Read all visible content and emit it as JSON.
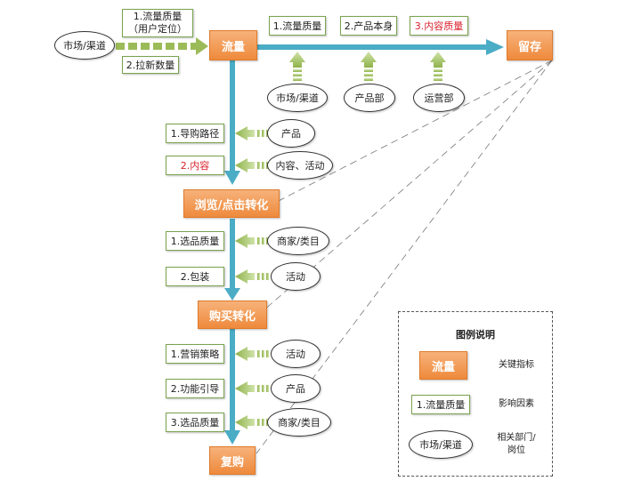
{
  "key_metrics": {
    "traffic": "流量",
    "retention": "留存",
    "browse_click": "浏览/点击转化",
    "purchase": "购买转化",
    "repurchase": "复购"
  },
  "inputs_left": {
    "source": "市场/渠道",
    "quality_line1": "1.流量质量",
    "quality_line2": "（用户定位）",
    "new_count": "2.拉新数量"
  },
  "top_factors": [
    "1.流量质量",
    "2.产品本身",
    "3.内容质量"
  ],
  "top_depts": [
    "市场/渠道",
    "产品部",
    "运营部"
  ],
  "browse_factors": [
    "1.导购路径",
    "2.内容"
  ],
  "browse_depts": [
    "产品",
    "内容、活动"
  ],
  "purchase_factors": [
    "1.选品质量",
    "2.包装"
  ],
  "purchase_depts": [
    "商家/类目",
    "活动"
  ],
  "repurchase_factors": [
    "1.营销策略",
    "2.功能引导",
    "3.选品质量"
  ],
  "repurchase_depts": [
    "活动",
    "产品",
    "商家/类目"
  ],
  "legend": {
    "title": "图例说明",
    "metric_sample": "流量",
    "metric_desc": "关键指标",
    "factor_sample": "1.流量质量",
    "factor_desc": "影响因素",
    "dept_sample": "市场/渠道",
    "dept_desc_line1": "相关部门/",
    "dept_desc_line2": "岗位"
  },
  "colors": {
    "metric_fill": "#ef8f42",
    "main_arrow": "#4bacc6",
    "factor_border": "#7aa34f",
    "green_arrow": "#9bbb59",
    "highlight_text": "#d9232d"
  }
}
